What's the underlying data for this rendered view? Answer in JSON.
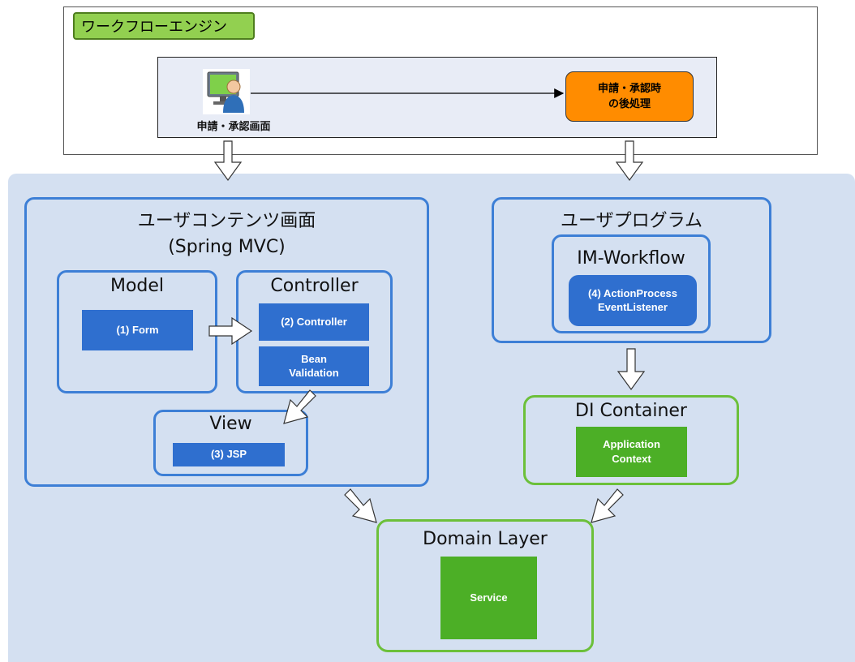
{
  "workflow_engine": {
    "title": "ワークフローエンジン",
    "screen_label": "申請・承認画面",
    "post_process": [
      "申請・承認時",
      "の後処理"
    ]
  },
  "user_content": {
    "title": "ユーザコンテンツ画面",
    "subtitle": "(Spring MVC)",
    "model": {
      "title": "Model",
      "form": "(1) Form"
    },
    "controller": {
      "title": "Controller",
      "controller_box": "(2) Controller",
      "validation": [
        "Bean",
        "Validation"
      ]
    },
    "view": {
      "title": "View",
      "jsp": "(3) JSP"
    }
  },
  "user_program": {
    "title": "ユーザプログラム",
    "im_workflow": {
      "title": "IM-Workflow",
      "listener": [
        "(4) ActionProcess",
        "EventListener"
      ]
    }
  },
  "di_container": {
    "title": "DI Container",
    "app_context": [
      "Application",
      "Context"
    ]
  },
  "domain_layer": {
    "title": "Domain Layer",
    "service": "Service"
  },
  "colors": {
    "engine_title_bg": "#92d050",
    "post_process_bg": "#ff8c00",
    "app_area_bg": "#d4e0f1",
    "blue_frame": "#3d7fd6",
    "blue_box": "#2f6fcf",
    "green_frame": "#6cc03a",
    "green_box": "#4caf26"
  }
}
